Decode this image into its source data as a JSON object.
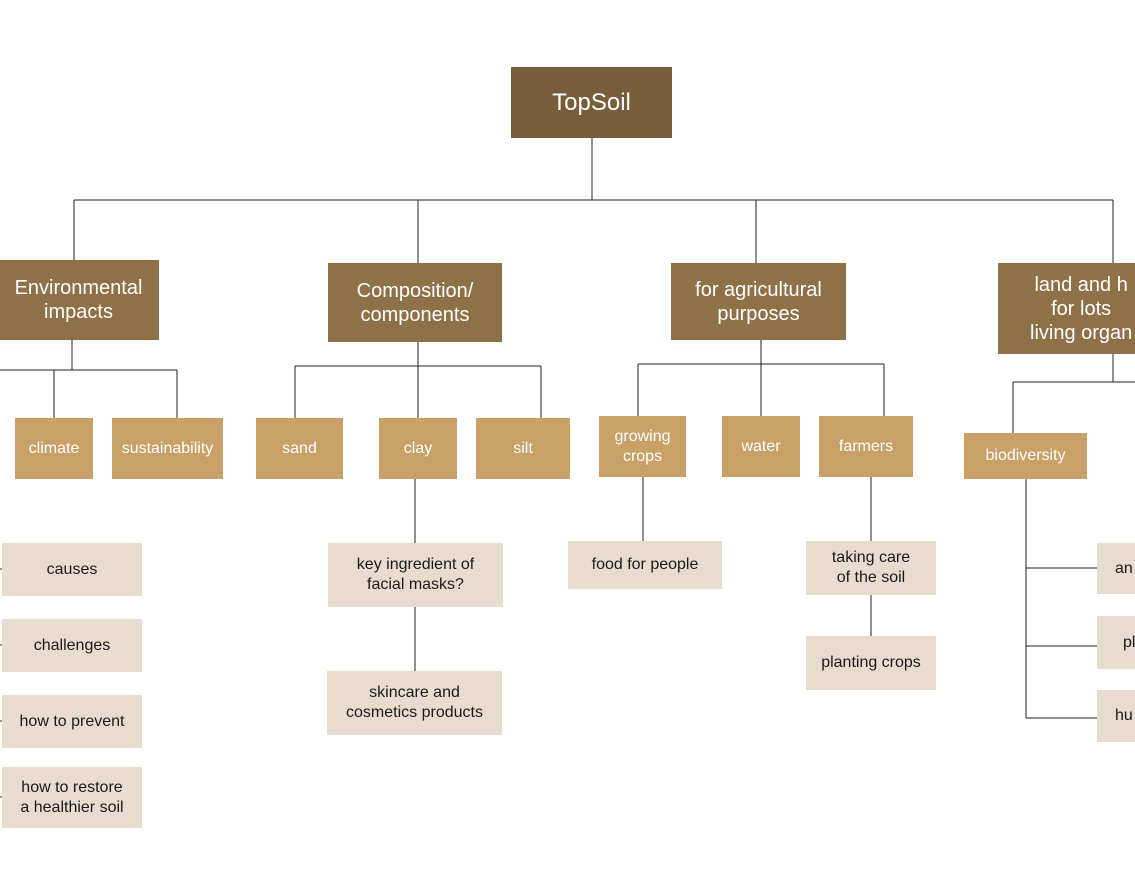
{
  "root": {
    "label": "TopSoil"
  },
  "categories": {
    "environmental": {
      "label": "Environmental\nimpacts",
      "children": [
        "climate",
        "sustainability"
      ],
      "details": [
        "causes",
        "challenges",
        "how to prevent",
        "how to restore\n a healthier soil"
      ]
    },
    "composition": {
      "label": "Composition/\ncomponents",
      "children": [
        "sand",
        "clay",
        "silt"
      ],
      "details": [
        "key ingredient of\n facial masks?",
        "skincare and\ncosmetics products"
      ]
    },
    "agricultural": {
      "label": "for agricultural\npurposes",
      "children": [
        "growing\ncrops",
        "water",
        "farmers"
      ],
      "details_crops": [
        "food for people"
      ],
      "details_farmers": [
        "taking care\nof the soil",
        "planting crops"
      ]
    },
    "habitat": {
      "label": "land and h\nfor lots \nliving organ",
      "children": [
        "biodiversity"
      ],
      "details": [
        "an",
        "pl",
        "hu"
      ]
    }
  },
  "colors": {
    "root": "#785d3b",
    "category": "#8f7148",
    "subtopic": "#c9a068",
    "detail": "#e8dccf",
    "line": "#222222"
  }
}
